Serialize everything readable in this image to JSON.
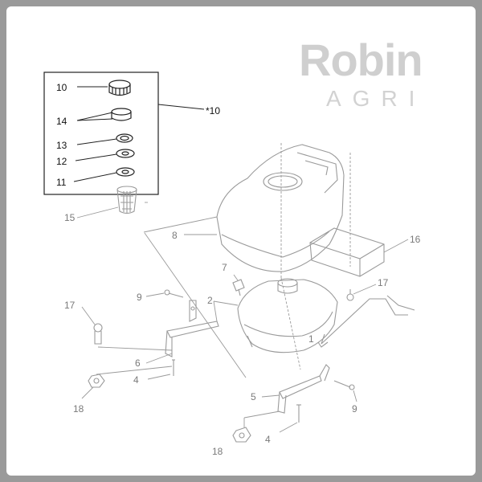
{
  "logo": {
    "word": "Robin",
    "sub": "AGRI"
  },
  "callouts": {
    "p10": "10",
    "p14": "14",
    "p13": "13",
    "p12": "12",
    "p11": "11",
    "p15": "15",
    "p8": "8",
    "p10set": "*10",
    "p16": "16",
    "p7": "7",
    "p9a": "9",
    "p2": "2",
    "p17a": "17",
    "p17b": "17",
    "p1": "1",
    "p6": "6",
    "p4a": "4",
    "p18a": "18",
    "p5": "5",
    "p9b": "9",
    "p4b": "4",
    "p18b": "18"
  }
}
